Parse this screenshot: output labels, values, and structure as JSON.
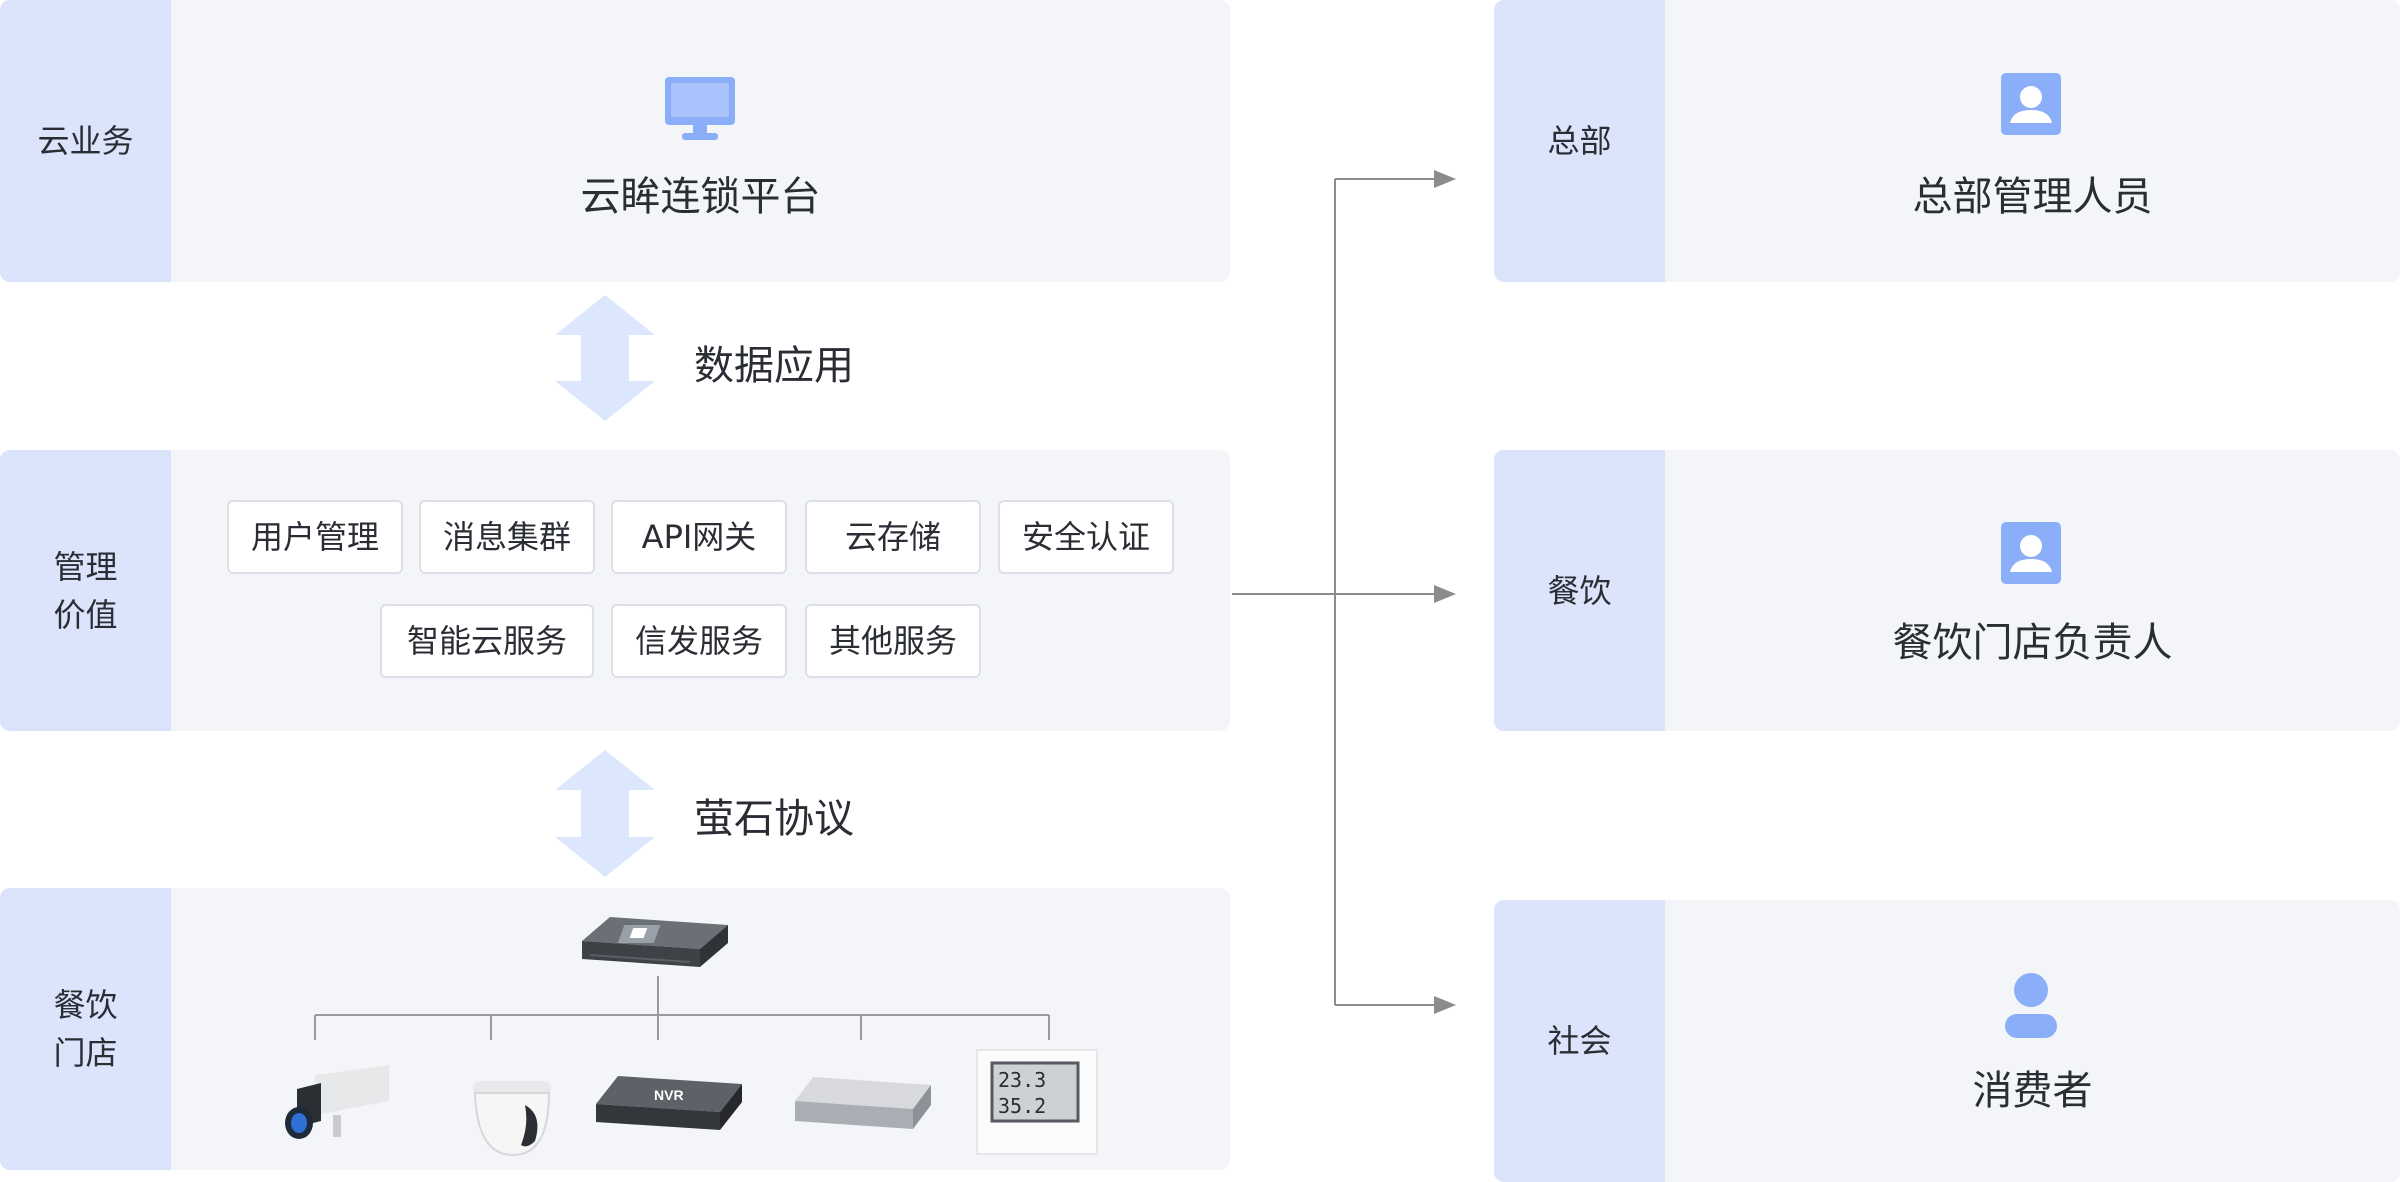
{
  "left_column": {
    "cloud": {
      "side_label": "云业务",
      "title": "云眸连锁平台",
      "icon": "monitor-icon"
    },
    "arrow_data": {
      "label": "数据应用"
    },
    "management": {
      "side_label": "管理\n价值",
      "chips_row1": [
        "用户管理",
        "消息集群",
        "API网关",
        "云存储",
        "安全认证"
      ],
      "chips_row2": [
        "智能云服务",
        "信发服务",
        "其他服务"
      ]
    },
    "arrow_protocol": {
      "label": "萤石协议"
    },
    "store": {
      "side_label": "餐饮\n门店",
      "devices": [
        "nvr-server-icon",
        "box-camera-icon",
        "dome-camera-icon",
        "nvr-recorder-icon",
        "network-device-icon",
        "thermometer-display-icon"
      ],
      "thermo_readout": [
        "23.3",
        "35.2"
      ],
      "nvr_label": "NVR"
    }
  },
  "right_column": {
    "headquarters": {
      "side_label": "总部",
      "title": "总部管理人员",
      "icon": "user-card-icon"
    },
    "catering": {
      "side_label": "餐饮",
      "title": "餐饮门店负责人",
      "icon": "user-card-icon"
    },
    "society": {
      "side_label": "社会",
      "title": "消费者",
      "icon": "person-icon"
    }
  },
  "colors": {
    "panel_bg": "#f3f5f9",
    "side_bg": "#dbe4fb",
    "accent_blue": "#8aaef8",
    "arrow_light": "#dce6fc",
    "connector": "#8c8c8c"
  }
}
